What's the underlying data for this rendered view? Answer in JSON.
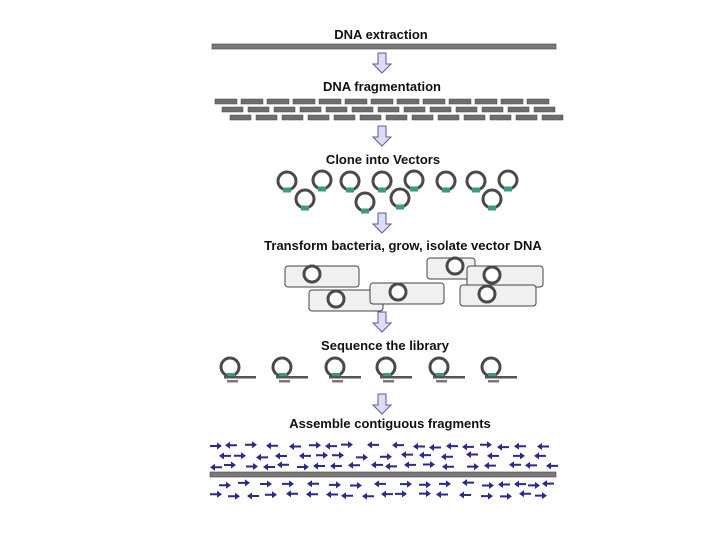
{
  "steps": [
    {
      "title": "DNA extraction"
    },
    {
      "title": "DNA fragmentation"
    },
    {
      "title": "Clone into Vectors"
    },
    {
      "title": "Transform bacteria, grow, isolate vector DNA"
    },
    {
      "title": "Sequence the library"
    },
    {
      "title": "Assemble contiguous fragments"
    }
  ],
  "colors": {
    "dna_strand": "#7a7a7a",
    "fragment": "#6e6e6e",
    "arrow_fill": "#dcdcf4",
    "arrow_stroke": "#5a5aa0",
    "plasmid_ring": "#4a4a4a",
    "insert": "#3a9a86",
    "bacteria_fill": "#f0f0f0",
    "read_arrow": "#2a2a8c"
  },
  "icons": [
    "flow-arrow-icon",
    "plasmid-icon",
    "bacterium-icon",
    "read-arrow-icon"
  ]
}
